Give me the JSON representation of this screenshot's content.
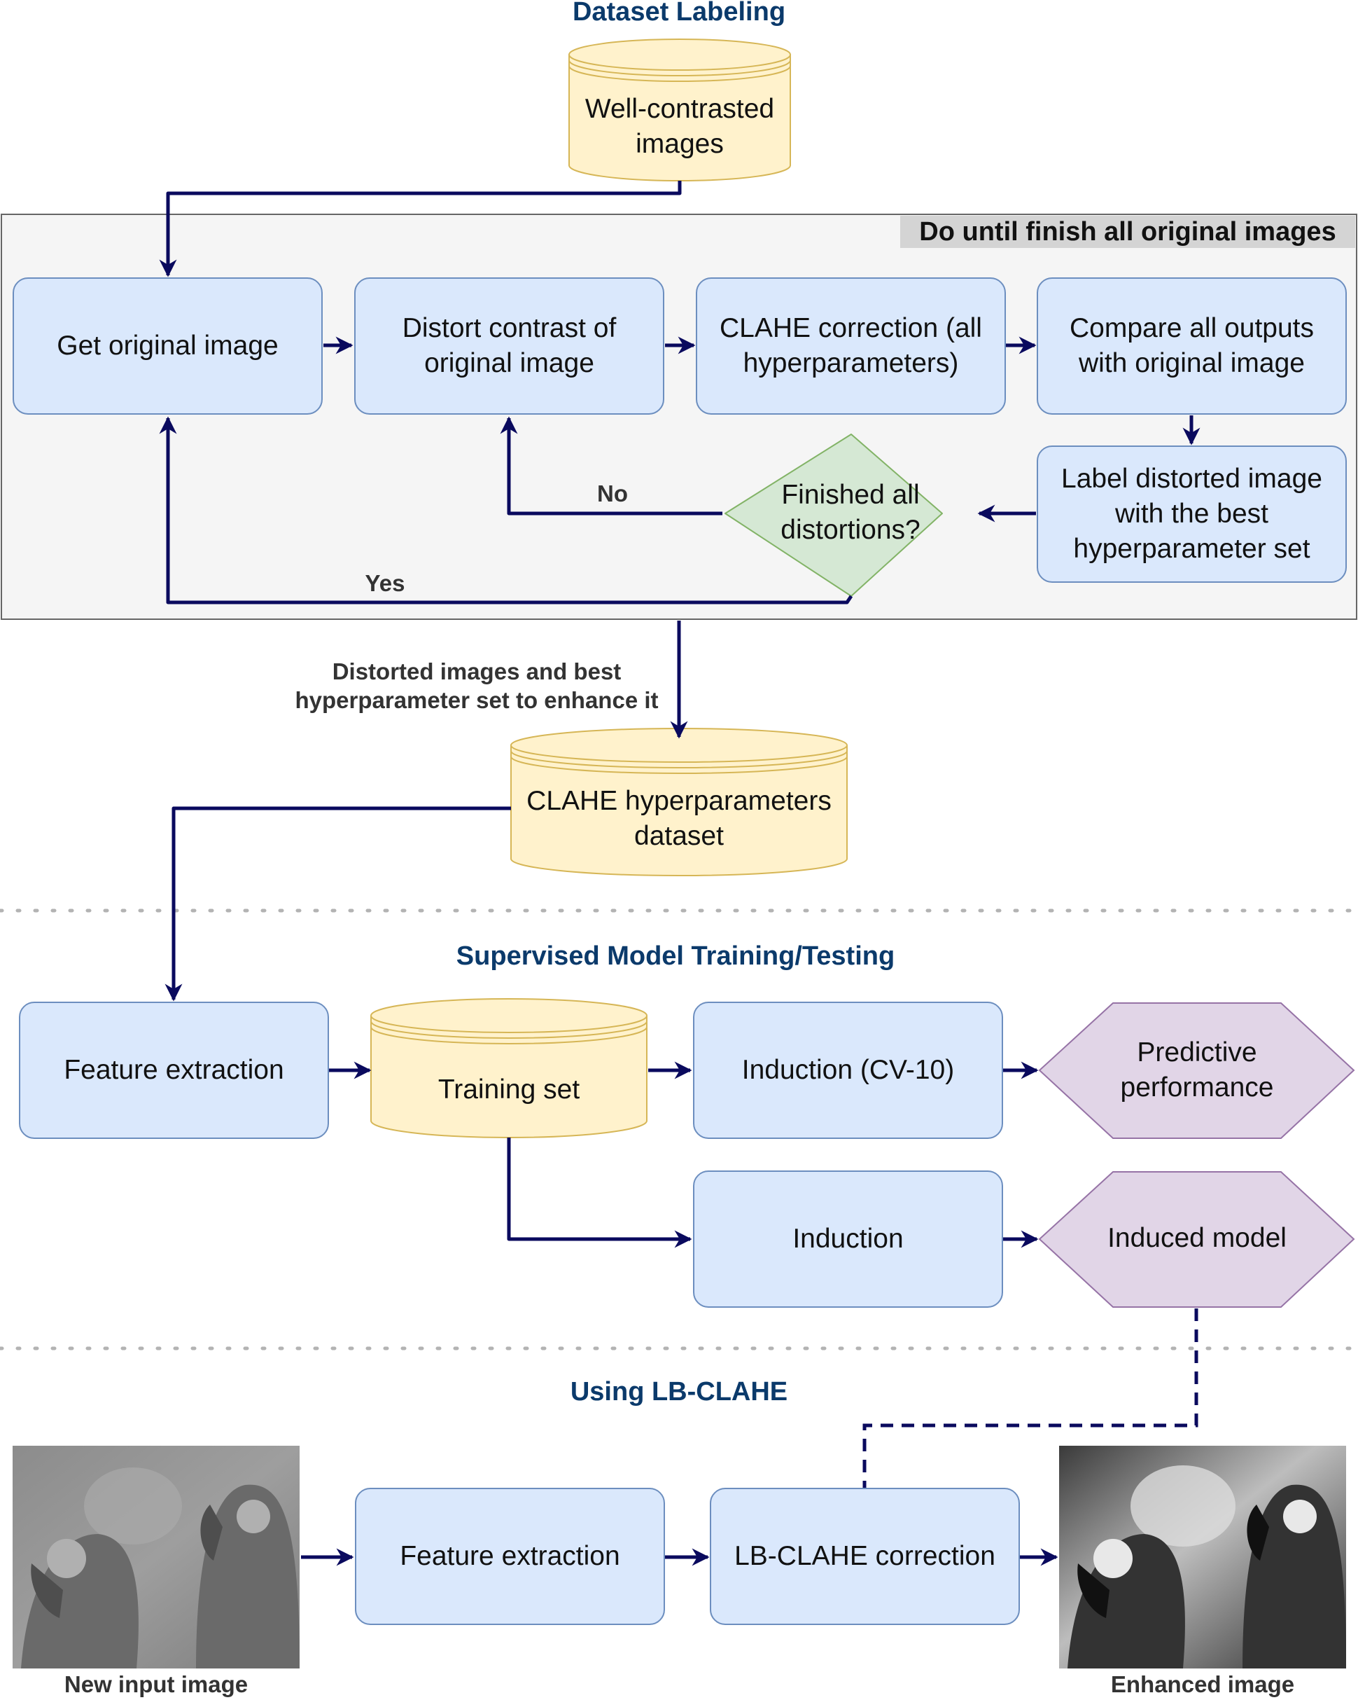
{
  "sections": {
    "labeling_title": "Dataset Labeling",
    "training_title": "Supervised Model Training/Testing",
    "using_title": "Using LB-CLAHE"
  },
  "labeling": {
    "source_db": "Well-contrasted images",
    "loop_label": "Do until finish all original images",
    "get_original": "Get original image",
    "distort": "Distort contrast of original image",
    "clahe_correction": "CLAHE correction (all hyperparameters)",
    "compare": "Compare all outputs with original image",
    "label_best": "Label distorted image with the best hyperparameter set",
    "decision": "Finished all distortions?",
    "no": "No",
    "yes": "Yes",
    "output_note": "Distorted images and best hyperparameter set to enhance it",
    "dataset": "CLAHE hyperparameters dataset"
  },
  "training": {
    "feature_extraction": "Feature extraction",
    "training_set": "Training set",
    "induction_cv": "Induction (CV-10)",
    "predictive": "Predictive performance",
    "induction": "Induction",
    "induced_model": "Induced model"
  },
  "using": {
    "feature_extraction": "Feature extraction",
    "correction": "LB-CLAHE correction",
    "input_caption": "New input image",
    "output_caption": "Enhanced image"
  },
  "colors": {
    "arrow": "#0a0a5e",
    "process_fill": "#dae8fc",
    "process_stroke": "#6c8ebf",
    "db_fill": "#fff2cc",
    "db_stroke": "#d6b656",
    "decision_fill": "#d5e8d4",
    "decision_stroke": "#82b366",
    "output_fill": "#e1d5e7",
    "output_stroke": "#9673a6",
    "title": "#0b3a6b",
    "loop_fill": "#f5f5f5"
  }
}
